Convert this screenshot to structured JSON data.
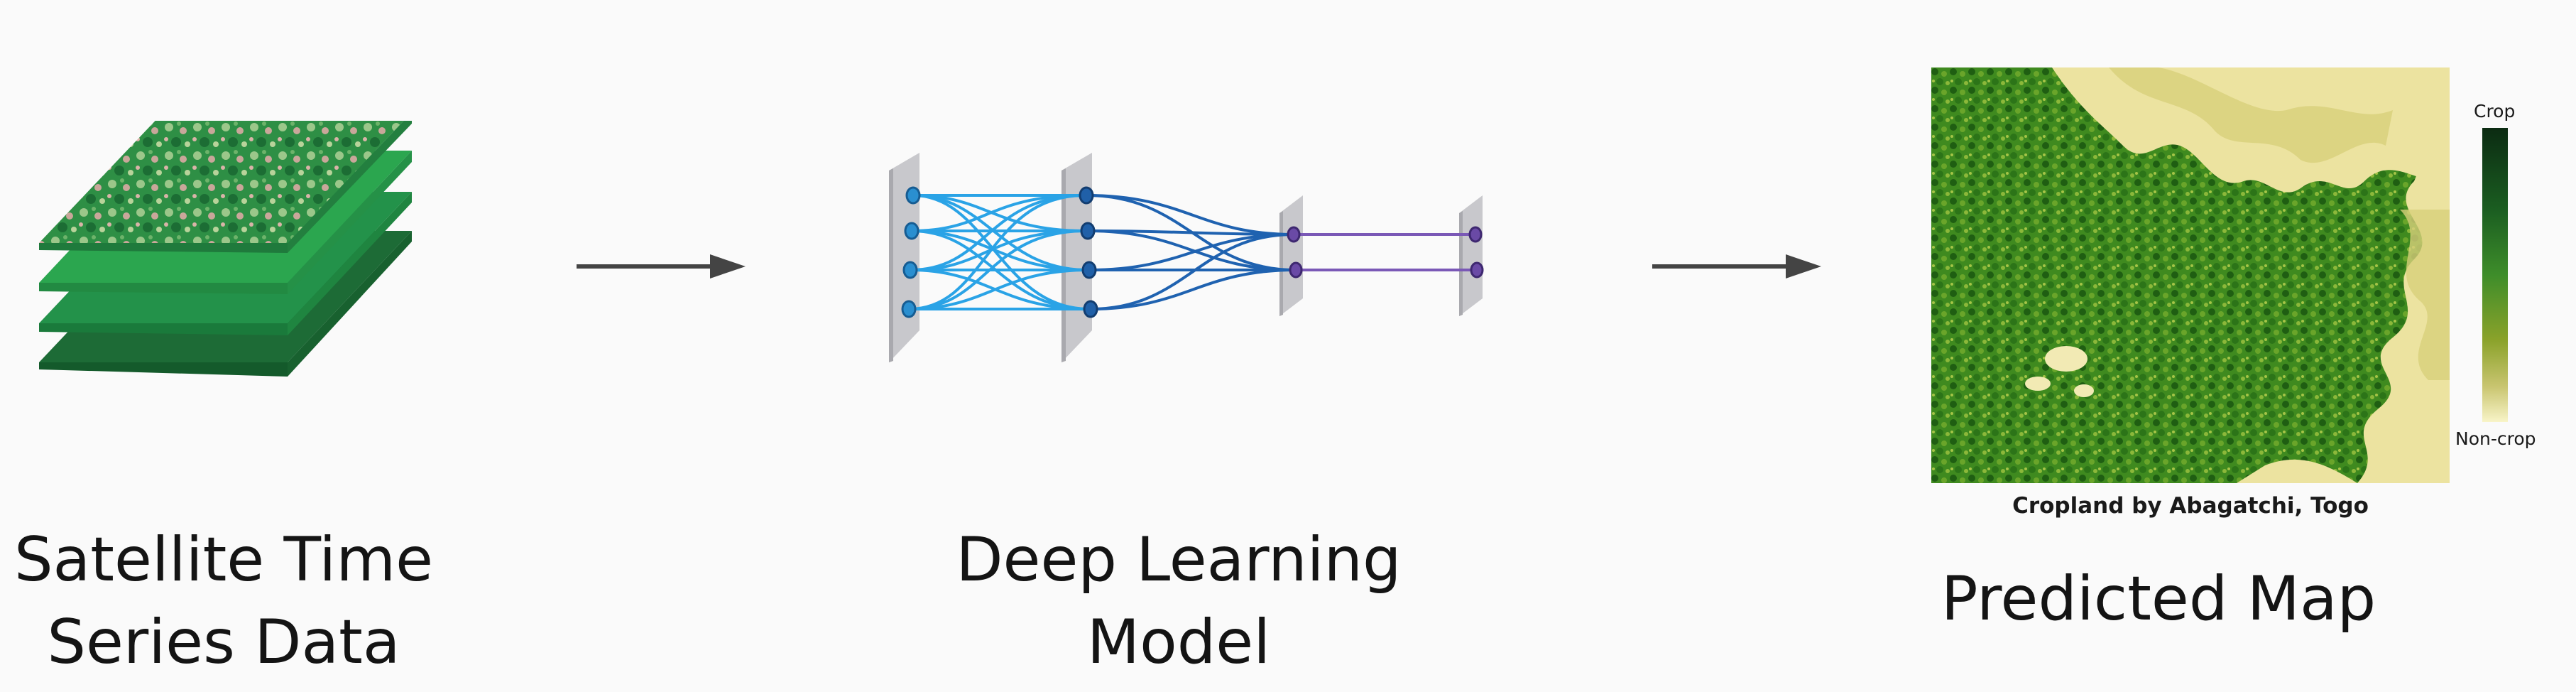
{
  "stages": [
    {
      "id": "satellite",
      "label_line1": "Satellite Time",
      "label_line2": "Series Data"
    },
    {
      "id": "model",
      "label_line1": "Deep Learning",
      "label_line2": "Model"
    },
    {
      "id": "map",
      "label": "Predicted Map"
    }
  ],
  "map": {
    "caption": "Cropland by Abagatchi, Togo",
    "colorbar_top": "Crop",
    "colorbar_bottom": "Non-crop"
  },
  "colors": {
    "layer_dark": "#1f7a3c",
    "layer_mid": "#2aa04a",
    "net_blue": "#2a9fe0",
    "net_dark_blue": "#1f5fa8",
    "net_purple": "#7a55b0",
    "arrow": "#444444",
    "crop": "#0d3b1a",
    "noncrop": "#f5f0b8"
  }
}
